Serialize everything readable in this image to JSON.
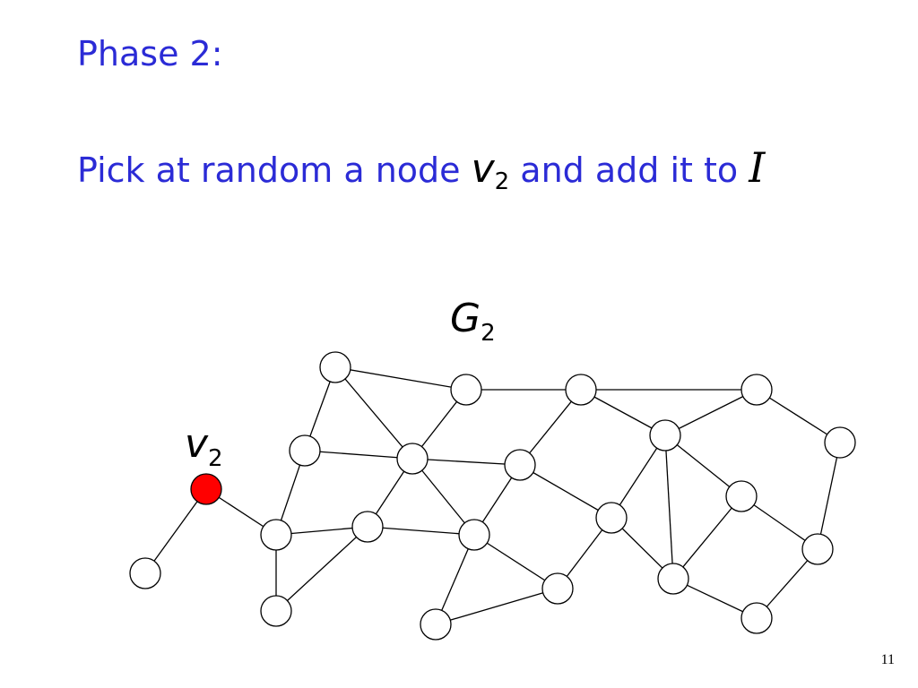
{
  "slide": {
    "heading": "Phase 2:",
    "instruction": {
      "before": "Pick at random a node ",
      "node_var": "v",
      "node_sub": "2",
      "middle": " and add it to ",
      "set_name": "I"
    },
    "graph_label": {
      "name": "G",
      "sub": "2"
    },
    "highlighted_node_label": {
      "name": "v",
      "sub": "2"
    },
    "slide_number": "11"
  },
  "colors": {
    "text_blue": "#2b2bd6",
    "highlight_node": "#ff0000",
    "node_fill": "#ffffff",
    "edge": "#000000"
  },
  "graph": {
    "highlighted_node": "v2",
    "nodes": [
      "v2",
      "a",
      "b",
      "c",
      "d",
      "e",
      "f",
      "g",
      "h",
      "i",
      "j",
      "k",
      "l",
      "m",
      "n",
      "o",
      "p",
      "q",
      "r",
      "s",
      "t",
      "u",
      "w"
    ],
    "edges": [
      [
        "v2",
        "a"
      ],
      [
        "v2",
        "b"
      ],
      [
        "b",
        "c"
      ],
      [
        "b",
        "d"
      ],
      [
        "b",
        "e"
      ],
      [
        "c",
        "f"
      ],
      [
        "c",
        "g"
      ],
      [
        "d",
        "e"
      ],
      [
        "e",
        "g"
      ],
      [
        "e",
        "h"
      ],
      [
        "f",
        "g"
      ],
      [
        "g",
        "i"
      ],
      [
        "g",
        "h"
      ],
      [
        "g",
        "j"
      ],
      [
        "g",
        "k"
      ],
      [
        "i",
        "j"
      ],
      [
        "j",
        "l"
      ],
      [
        "k",
        "h"
      ],
      [
        "k",
        "m"
      ],
      [
        "k",
        "r"
      ],
      [
        "k",
        "s"
      ],
      [
        "l",
        "q"
      ],
      [
        "m",
        "n"
      ],
      [
        "n",
        "o"
      ],
      [
        "o",
        "p"
      ],
      [
        "o",
        "q"
      ],
      [
        "o",
        "t"
      ],
      [
        "o",
        "u"
      ],
      [
        "p",
        "w"
      ],
      [
        "q",
        "r"
      ],
      [
        "s",
        "r"
      ],
      [
        "t",
        "u"
      ],
      [
        "t",
        "v"
      ],
      [
        "u",
        "v"
      ],
      [
        "v",
        "w"
      ],
      [
        "w",
        "x"
      ],
      [
        "x",
        "t"
      ]
    ]
  }
}
